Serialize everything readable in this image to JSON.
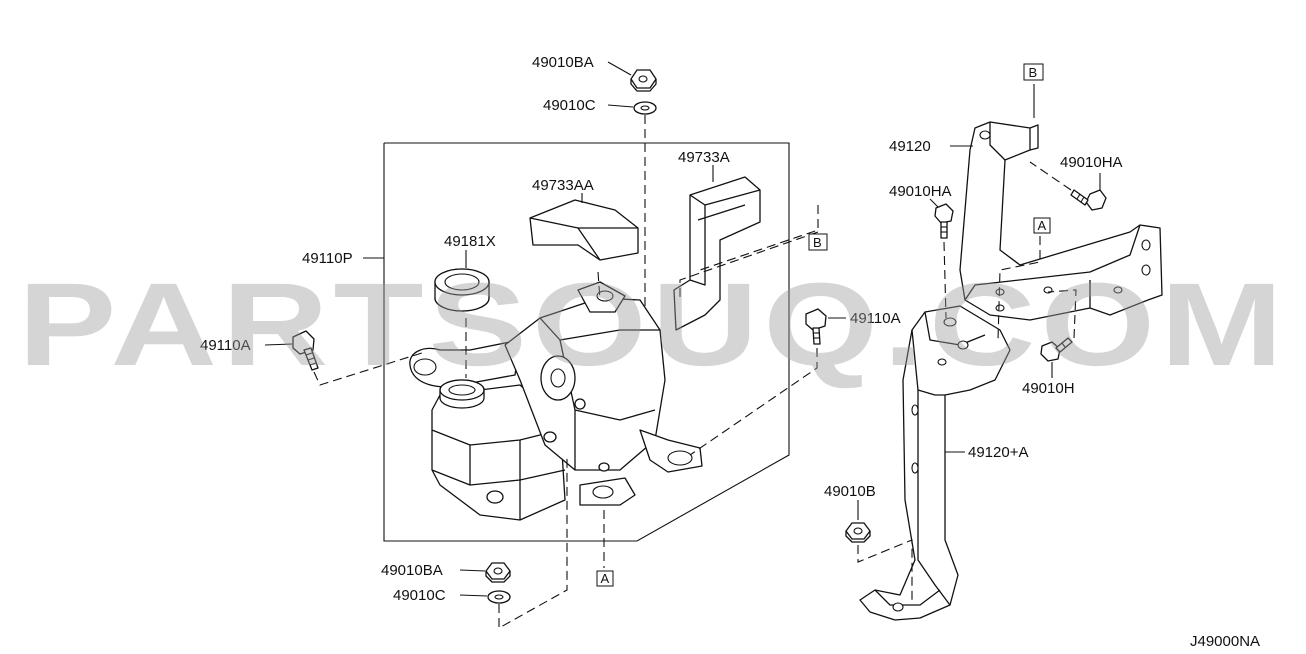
{
  "diagram_code": "J49000NA",
  "watermark": "PARTSOUQ.COM",
  "ref_markers": {
    "A": "A",
    "B": "B"
  },
  "labels": {
    "p49010BA_top": "49010BA",
    "p49010C_top": "49010C",
    "p49733A": "49733A",
    "p49733AA": "49733AA",
    "p49181X": "49181X",
    "p49110P": "49110P",
    "p49110A_left": "49110A",
    "p49110A_right": "49110A",
    "p49010BA_bottom": "49010BA",
    "p49010C_bottom": "49010C",
    "p49120": "49120",
    "p49010HA_right": "49010HA",
    "p49010HA_left": "49010HA",
    "p49010H": "49010H",
    "p49120_A": "49120+A",
    "p49010B": "49010B"
  },
  "colors": {
    "line": "#111111",
    "background": "#ffffff",
    "watermark": "#9a9a9a"
  }
}
